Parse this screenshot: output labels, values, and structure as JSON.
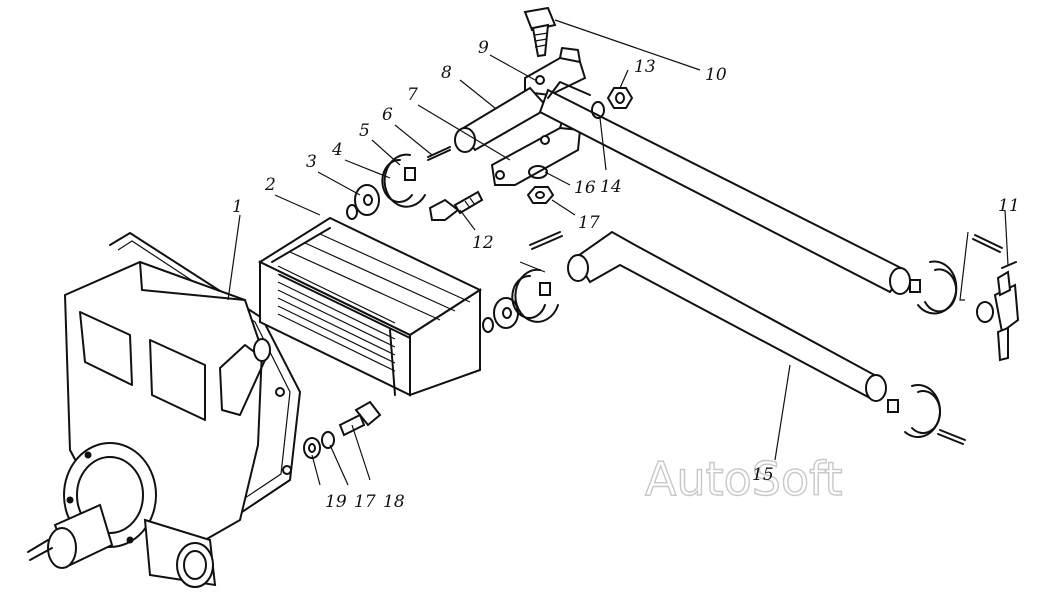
{
  "diagram": {
    "watermark": "AutoSoft",
    "callouts": [
      {
        "id": "c1",
        "text": "1"
      },
      {
        "id": "c2",
        "text": "2"
      },
      {
        "id": "c3",
        "text": "3"
      },
      {
        "id": "c4",
        "text": "4"
      },
      {
        "id": "c5",
        "text": "5"
      },
      {
        "id": "c6",
        "text": "6"
      },
      {
        "id": "c7",
        "text": "7"
      },
      {
        "id": "c8",
        "text": "8"
      },
      {
        "id": "c9",
        "text": "9"
      },
      {
        "id": "c10",
        "text": "10"
      },
      {
        "id": "c11",
        "text": "11"
      },
      {
        "id": "c12",
        "text": "12"
      },
      {
        "id": "c13",
        "text": "13"
      },
      {
        "id": "c14",
        "text": "14"
      },
      {
        "id": "c15",
        "text": "15"
      },
      {
        "id": "c16",
        "text": "16"
      },
      {
        "id": "c17a",
        "text": "17"
      },
      {
        "id": "c17b",
        "text": "17"
      },
      {
        "id": "c18",
        "text": "18"
      },
      {
        "id": "c19",
        "text": "19"
      }
    ]
  }
}
